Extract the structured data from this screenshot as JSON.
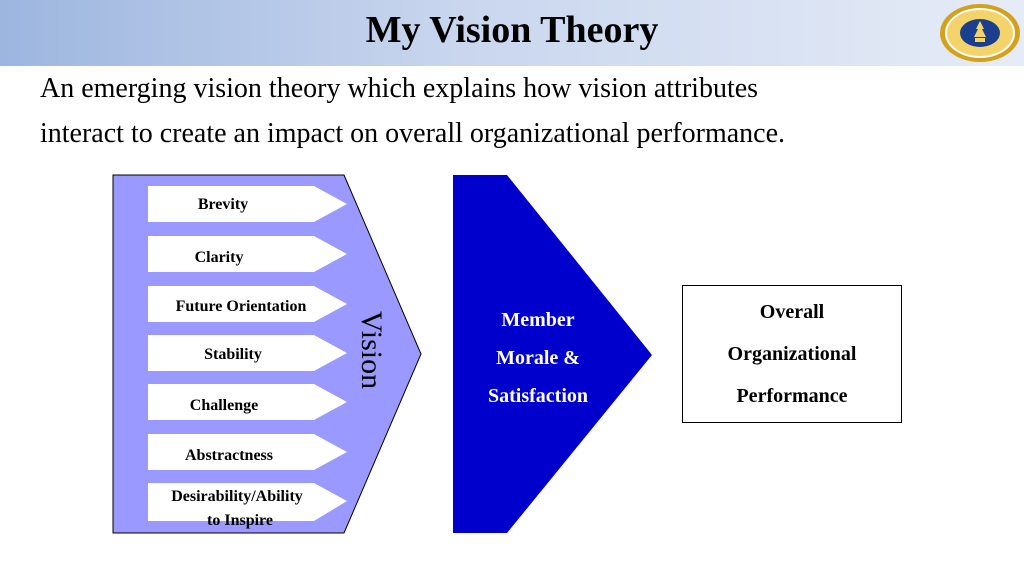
{
  "header": {
    "title": "My Vision Theory"
  },
  "subtitle": {
    "line1": "An emerging vision theory which explains how vision attributes",
    "line2": "interact to create an impact on overall organizational performance."
  },
  "diagram": {
    "vision_label": "Vision",
    "attributes": [
      {
        "lines": [
          "Brevity"
        ]
      },
      {
        "lines": [
          "Clarity"
        ]
      },
      {
        "lines": [
          "Future Orientation"
        ]
      },
      {
        "lines": [
          "Stability"
        ]
      },
      {
        "lines": [
          "Challenge"
        ]
      },
      {
        "lines": [
          "Abstractness"
        ]
      },
      {
        "lines": [
          "Desirability/Ability",
          "to Inspire"
        ]
      }
    ],
    "middle_lines": [
      "Member",
      "Morale &",
      "Satisfaction"
    ],
    "result_lines": [
      "Overall",
      "Organizational",
      "Performance"
    ]
  },
  "colors": {
    "header_gradient_start": "#9db6df",
    "vision_fill": "#9999ff",
    "middle_fill": "#0000cc",
    "logo_gold": "#d4a21a",
    "logo_blue": "#1b3f8f"
  },
  "icons": {
    "logo": "university-seal-icon"
  }
}
